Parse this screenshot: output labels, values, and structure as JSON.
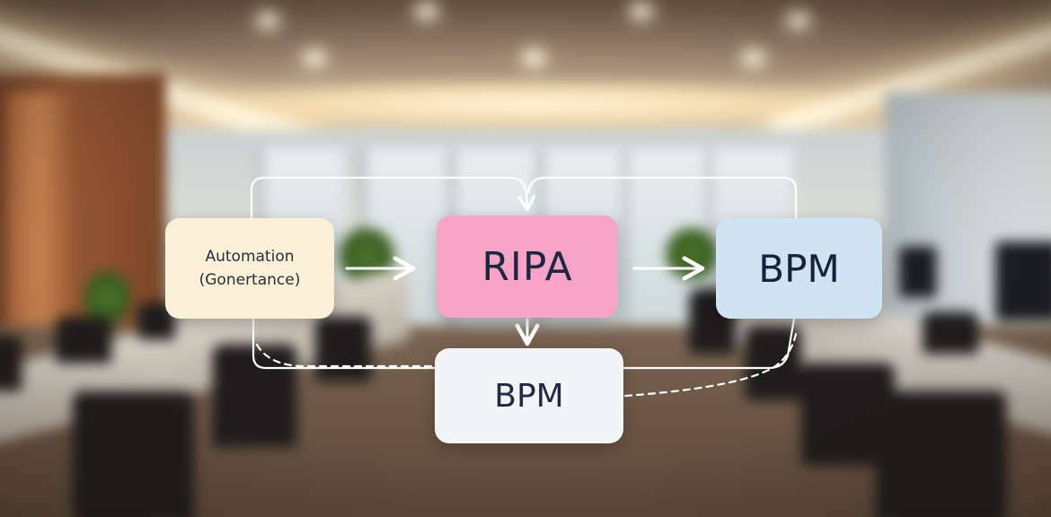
{
  "diagram": {
    "nodes": {
      "automation": {
        "label": "Automation\n(Gonertance)",
        "color": "#faf0d8"
      },
      "ripa": {
        "label": "RIPA",
        "color": "#f7a4c6"
      },
      "bpm_right": {
        "label": "BPM",
        "color": "#cfe3f3"
      },
      "bpm_bottom": {
        "label": "BPM",
        "color": "#f3f4f6"
      }
    },
    "edges": [
      {
        "from": "automation",
        "to": "ripa",
        "style": "solid",
        "arrow": true
      },
      {
        "from": "ripa",
        "to": "bpm_right",
        "style": "solid",
        "arrow": true
      },
      {
        "from": "ripa",
        "to": "bpm_bottom",
        "style": "solid",
        "arrow": true
      },
      {
        "from": "automation",
        "to": "ripa",
        "style": "solid",
        "arrow": true,
        "route": "loop-top"
      },
      {
        "from": "bpm_right",
        "to": "ripa",
        "style": "solid",
        "arrow": true,
        "route": "loop-top"
      },
      {
        "from": "automation",
        "to": "bpm_right",
        "style": "solid",
        "arrow": false,
        "route": "loop-bottom"
      },
      {
        "from": "automation",
        "to": "bpm_bottom",
        "style": "dashed",
        "arrow": false
      },
      {
        "from": "bpm_bottom",
        "to": "bpm_right",
        "style": "dashed",
        "arrow": false
      }
    ],
    "line_color": "#ffffff"
  }
}
